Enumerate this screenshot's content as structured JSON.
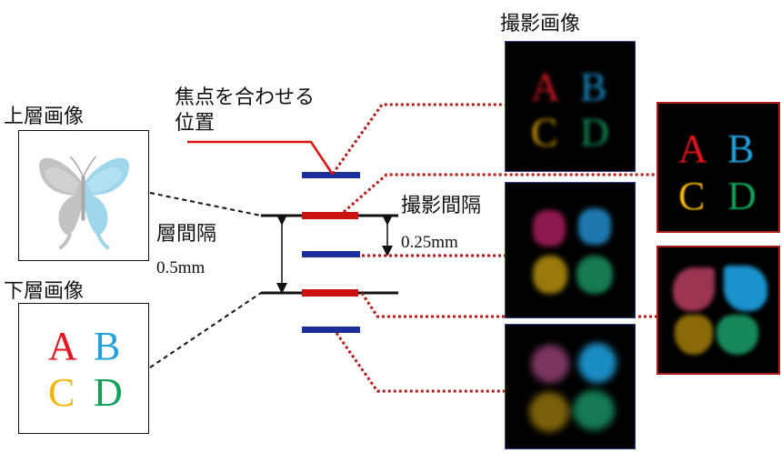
{
  "labels": {
    "captured_images": "撮影画像",
    "focus_position_line1": "焦点を合わせる",
    "focus_position_line2": "位置",
    "upper_layer_image": "上層画像",
    "lower_layer_image": "下層画像",
    "layer_spacing": "層間隔",
    "layer_spacing_value": "0.5mm",
    "capture_spacing": "撮影間隔",
    "capture_spacing_value": "0.25mm"
  },
  "letters": {
    "a": "A",
    "b": "B",
    "c": "C",
    "d": "D"
  },
  "colors": {
    "a": "#e8141e",
    "b": "#1fa3e0",
    "c": "#f2b705",
    "d": "#12a05a",
    "focus_bar_blue": "#1a2e9c",
    "layer_bar_red": "#cc1111",
    "dotted_red": "#b21a1a",
    "butterfly_wing": "#8fd0e8",
    "butterfly_body": "#b8b8b8"
  }
}
